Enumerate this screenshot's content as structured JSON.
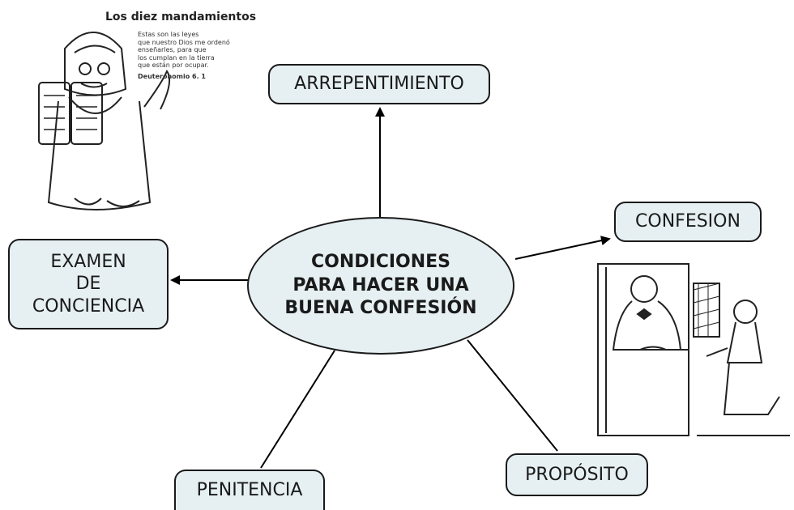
{
  "center": {
    "lines": [
      "CONDICIONES",
      "PARA HACER UNA",
      "BUENA CONFESIÓN"
    ]
  },
  "nodes": {
    "arrepentimiento": "ARREPENTIMIENTO",
    "confesion": "CONFESION",
    "examen": [
      "EXAMEN",
      "DE",
      "CONCIENCIA"
    ],
    "penitencia": "PENITENCIA",
    "proposito": "PROPÓSITO"
  },
  "illustration_commandments": {
    "title": "Los diez mandamientos",
    "text": [
      "Estas son las leyes",
      "que nuestro Dios me ordenó",
      "enseñarles, para que",
      "los cumplan en la tierra",
      "que están por ocupar."
    ],
    "reference": "Deuteronomio 6. 1"
  },
  "colors": {
    "node_fill": "#e6f0f3",
    "stroke": "#1a1a1a"
  }
}
